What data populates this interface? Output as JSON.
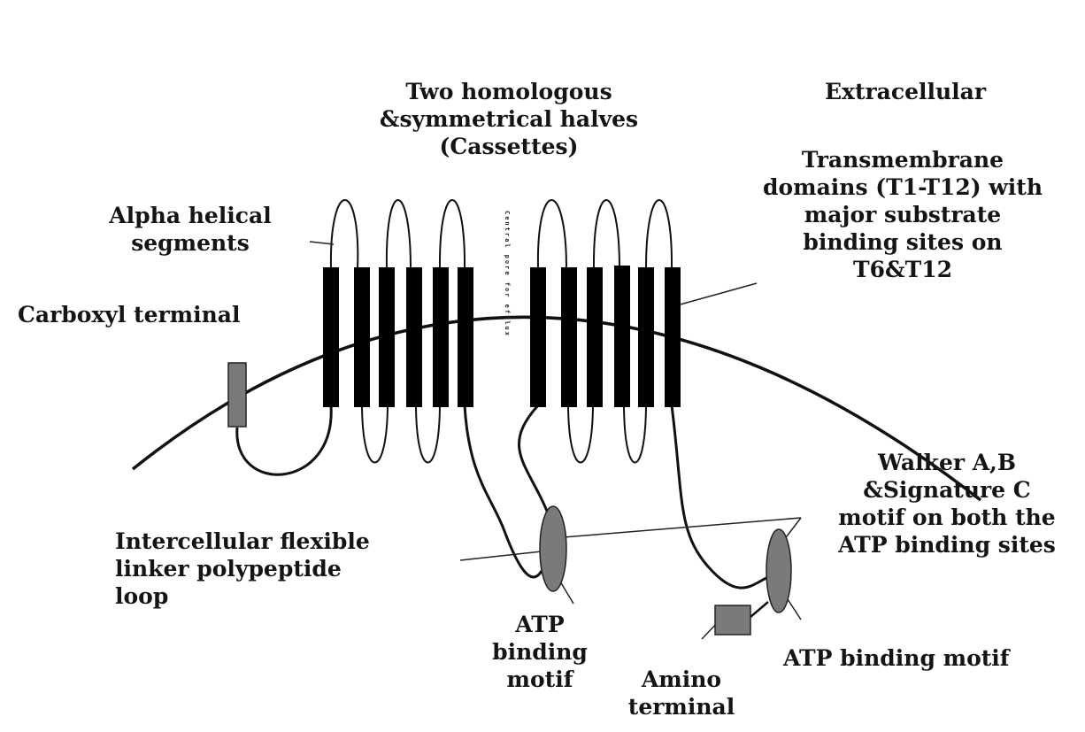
{
  "labels": {
    "two_homologous": [
      "Two homologous",
      "&symmetrical halves",
      "(Cassettes)"
    ],
    "extracellular": "Extracellular",
    "transmembrane": [
      "Transmembrane",
      "domains (T1-T12) with",
      "major substrate",
      "binding sites on",
      "T6&T12"
    ],
    "alpha_helical": [
      "Alpha helical",
      "segments"
    ],
    "carboxyl_terminal": "Carboxyl terminal",
    "central_pore": "Central pore for efflux",
    "walker": [
      "Walker A,B",
      "&Signature C",
      "motif on both the",
      "ATP binding sites"
    ],
    "linker": [
      "Intercellular flexible",
      "linker polypeptide",
      "loop"
    ],
    "atp_binding_left": [
      "ATP",
      "binding",
      "motif"
    ],
    "atp_binding_right": "ATP binding motif",
    "amino_terminal": [
      "Amino",
      "terminal"
    ]
  },
  "colors": {
    "helix": "#000000",
    "line": "#111111",
    "box": "#7a7a7a",
    "text": "#141414"
  }
}
